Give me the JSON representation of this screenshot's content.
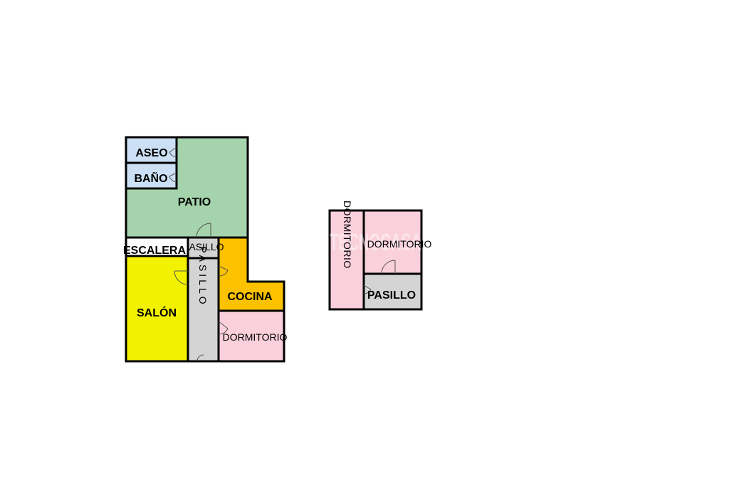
{
  "colors": {
    "patio": "#a4d3ac",
    "bath": "#cce0f5",
    "salon": "#f2f200",
    "corridor": "#d4d4d4",
    "kitchen": "#fcc200",
    "bedroom": "#fad0dc",
    "walls": "#000000"
  },
  "plan_left": {
    "aseo": "ASEO",
    "bano": "BAÑO",
    "patio": "PATIO",
    "escalera": "ESCALERA",
    "asillo": "ASILLO",
    "pasillo_vertical": "PASILLO",
    "salon": "SALÓN",
    "cocina": "COCINA",
    "dormitorio": "DORMITORIO"
  },
  "plan_right": {
    "dormitorio_vertical": "DORMITORIO",
    "dormitorio": "DORMITORIO",
    "pasillo": "PASILLO"
  },
  "watermark": "TECNOCASA"
}
